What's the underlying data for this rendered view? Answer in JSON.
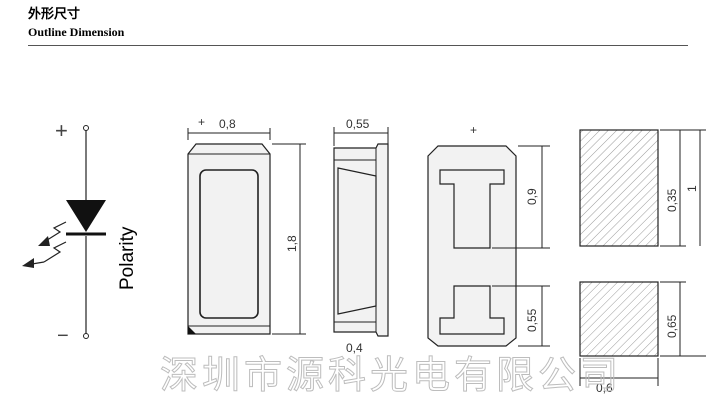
{
  "header": {
    "title_cn": "外形尺寸",
    "title_en": "Outline Dimension"
  },
  "symbol": {
    "plus": "+",
    "minus": "−",
    "polarity_label": "Polarity"
  },
  "views": {
    "front": {
      "plus_mark": "+",
      "width_dim": "0,8",
      "height_dim": "1,8"
    },
    "side": {
      "width_dim": "0,55",
      "bottom_dim": "0,4"
    },
    "back": {
      "plus_mark": "+",
      "upper_dim": "0,9",
      "lower_dim": "0,55"
    },
    "pads": {
      "upper_dim": "0,35",
      "lower_dim": "0,65",
      "total_dim": "1",
      "width_dim": "0,6"
    }
  },
  "watermark": "深圳市源科光电有限公司",
  "colors": {
    "line": "#222222",
    "body_fill": "#f2f2f2",
    "hatch": "#9a9a9a",
    "watermark": "#bdbdbd"
  }
}
